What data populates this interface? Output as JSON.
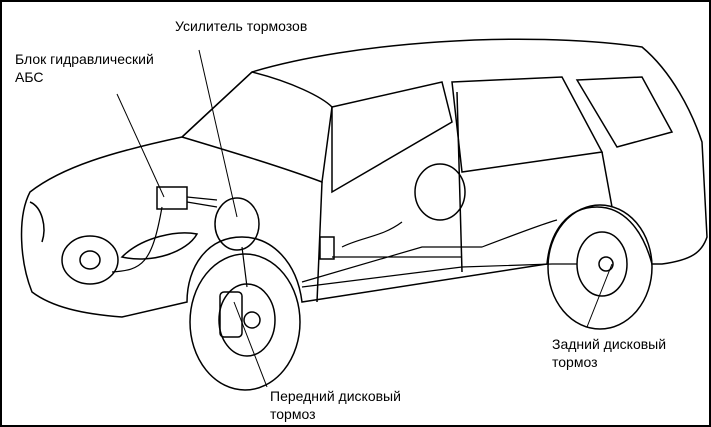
{
  "labels": {
    "booster": "Усилитель тормозов",
    "abs_line1": "Блок гидравлический",
    "abs_line2": "АБС",
    "front_line1": "Передний дисковый",
    "front_line2": "тормоз",
    "rear_line1": "Задний дисковый",
    "rear_line2": "тормоз"
  }
}
